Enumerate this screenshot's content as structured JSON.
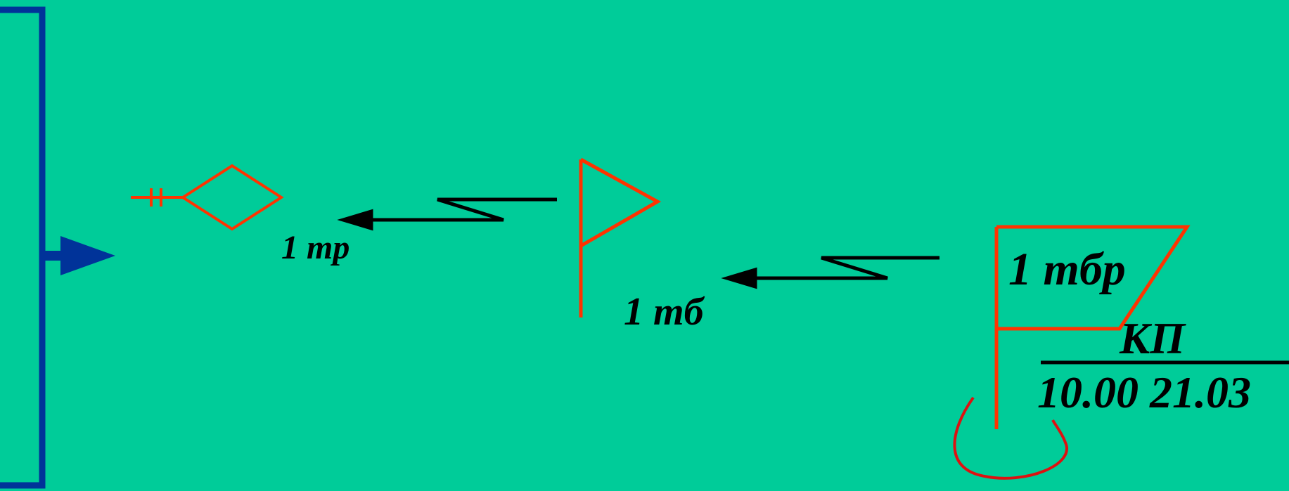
{
  "colors": {
    "background": "#00CC99",
    "bracket": "#003399",
    "symbol_red": "#FF3300",
    "ink": "#000000",
    "loop_red": "#DD1111"
  },
  "icons": {
    "bracket": "bracket-with-arrow-icon",
    "platoon": "diamond-unit-symbol-icon",
    "battalion": "battalion-flag-icon",
    "brigade": "brigade-flag-icon",
    "radio_link": "radio-link-arrow-icon",
    "command_loop": "command-loop-icon"
  },
  "labels": {
    "platoon": "1 тр",
    "battalion": "1 тб",
    "brigade": "1 тбр",
    "command_post": "КП",
    "time": "10.00 21.03"
  }
}
